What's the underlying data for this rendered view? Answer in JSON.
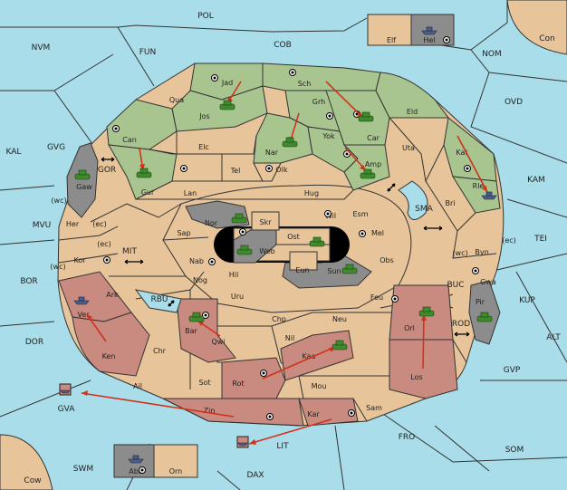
{
  "map": {
    "sea_labels": {
      "pol": "POL",
      "cob": "COB",
      "nvm": "NVM",
      "fun": "FUN",
      "nom": "NOM",
      "ovd": "OVD",
      "con": "Con",
      "kal": "KAL",
      "gvg": "GVG",
      "gor": "GOR",
      "kam": "KAM",
      "sma": "SMA",
      "tei": "TEI",
      "mvu": "MVU",
      "mit": "MIT",
      "bor": "BOR",
      "rbu": "RBU",
      "buc": "BUC",
      "kup": "KUP",
      "rod": "ROD",
      "dor": "DOR",
      "alt": "ALT",
      "gvp": "GVP",
      "gva": "GVA",
      "fro": "FRO",
      "som": "SOM",
      "swm": "SWM",
      "lit": "LIT",
      "dax": "DAX",
      "cow": "Cow"
    },
    "land_labels": {
      "elf": "Elf",
      "hel": "Hel",
      "qua": "Qua",
      "jad": "Jad",
      "sch": "Sch",
      "grh": "Grh",
      "jos": "Jos",
      "can": "Can",
      "elc": "Elc",
      "nar": "Nar",
      "yok": "Yok",
      "car": "Car",
      "eld": "Eld",
      "uta": "Uta",
      "kat": "Kat",
      "gaw": "Gaw",
      "gur": "Gur",
      "tel": "Tel",
      "olk": "Olk",
      "amp": "Amp",
      "rle": "Rle",
      "lan": "Lan",
      "hug": "Hug",
      "bri": "Bri",
      "wc1": "(wc)",
      "wc2": "(wc)",
      "wc3": "(wc)",
      "ec1": "(ec)",
      "ec2": "(ec)",
      "ec3": "(ec)",
      "her": "Her",
      "nor": "Nor",
      "skr": "Skr",
      "ost": "Ost",
      "wil": "Wil",
      "esm": "Esm",
      "web": "Web",
      "mel": "Mel",
      "byn": "Byn",
      "sap": "Sap",
      "kor": "Kor",
      "nab": "Nab",
      "eun": "Eun",
      "sun": "Sun",
      "obs": "Obs",
      "gwa": "Gwa",
      "hil": "Hil",
      "nog": "Nog",
      "ark": "Ark",
      "uru": "Uru",
      "feu": "Feu",
      "pir": "Pir",
      "ver": "Ver",
      "chp": "Chp",
      "neu": "Neu",
      "orl": "Orl",
      "bar": "Bar",
      "qwi": "Qwi",
      "nil": "Nil",
      "ken": "Ken",
      "chr": "Chr",
      "kaa": "Kaa",
      "rot": "Rot",
      "ail": "Ail",
      "sot": "Sot",
      "mou": "Mou",
      "los": "Los",
      "zin": "Zin",
      "kar": "Kar",
      "sam": "Sam",
      "aba": "Aba",
      "orn": "Orn"
    },
    "colors": {
      "sea": "#a9dde9",
      "land": "#e7c49a",
      "green_power": "#a9c58f",
      "red_power": "#c98a80",
      "impassable": "#8c8c8c",
      "order_arrow": "#d1321d"
    }
  }
}
